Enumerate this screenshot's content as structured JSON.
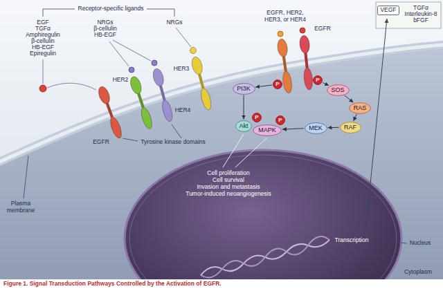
{
  "diagram": {
    "caption": "Figure 1. Signal Transduction Pathways Controlled by the Activation of EGFR.",
    "nodes": [
      {
        "text": [
          "PI3K"
        ]
      },
      {
        "text": [
          "Akt"
        ]
      },
      {
        "text": [
          "SOS"
        ]
      },
      {
        "text": [
          "RAS"
        ]
      },
      {
        "text": [
          "RAF"
        ]
      },
      {
        "text": [
          "MEK"
        ]
      },
      {
        "text": [
          "MAPK"
        ]
      },
      {
        "text": [
          "P"
        ]
      },
      {
        "text": [
          "P"
        ]
      },
      {
        "text": [
          "P"
        ]
      },
      {
        "text": [
          "P"
        ]
      },
      {
        "text": [
          "VEGF"
        ]
      }
    ],
    "edges": [
      {
        "from": 7,
        "to": 0,
        "arrow": "to"
      },
      {
        "from": 8,
        "to": 2,
        "arrow": "to"
      },
      {
        "from": 0,
        "to": 1,
        "arrow": "to"
      },
      {
        "from": 2,
        "to": 3,
        "arrow": "to"
      },
      {
        "from": 3,
        "to": 4,
        "arrow": "to"
      },
      {
        "from": 4,
        "to": 5,
        "arrow": "to"
      },
      {
        "from": 5,
        "to": 6,
        "arrow": "to"
      }
    ],
    "labels": [
      "Receptor-specific ligands",
      "EGF",
      "TGFα",
      "Amphiregulin",
      "β-cellulin",
      "HB-EGF",
      "Epiregulin",
      "NRGs",
      "β-cellulin",
      "HB-EGF",
      "NRGs",
      "EGFR, HER2, HER3, or HER4",
      "EGFR",
      "TGFα",
      "Interleukin-8",
      "bFGF",
      "HER3",
      "HER4",
      "HER2",
      "EGFR",
      "Tyrosine kinase domains",
      "Cell proliferation",
      "Cell survival",
      "Invasion and metastasis",
      "Tumor-induced neoangiogenesis",
      "Transcription",
      "Nucleus",
      "Plasma membrane",
      "Cytoplasm"
    ]
  }
}
